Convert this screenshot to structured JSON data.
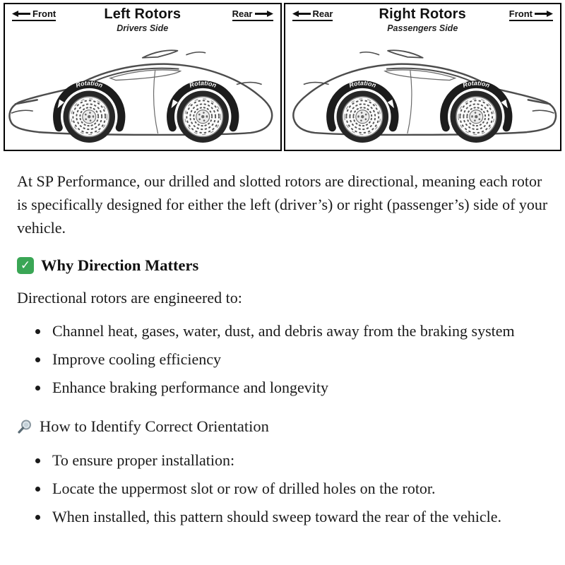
{
  "diagram": {
    "left_panel": {
      "front_label": "Front",
      "rear_label": "Rear",
      "title": "Left Rotors",
      "subtitle": "Drivers Side",
      "rotation_label": "Rotation"
    },
    "right_panel": {
      "rear_label": "Rear",
      "front_label": "Front",
      "title": "Right Rotors",
      "subtitle": "Passengers Side",
      "rotation_label": "Rotation"
    }
  },
  "article": {
    "intro": "At SP Performance, our drilled and slotted rotors are directional, meaning each rotor is specifically designed for either the left (driver’s) or right (passenger’s) side of your vehicle.",
    "why_section": {
      "check_glyph": "✓",
      "heading": "Why Direction Matters",
      "lead": "Directional rotors are engineered to:",
      "bullets": [
        "Channel heat, gases, water, dust, and debris away from the braking system",
        "Improve cooling efficiency",
        "Enhance braking performance and longevity"
      ]
    },
    "identify_section": {
      "heading": "How to Identify Correct Orientation",
      "bullets": [
        "To ensure proper installation:",
        "Locate the uppermost slot or row of drilled holes on the rotor.",
        "When installed, this pattern should sweep toward the rear of the vehicle."
      ]
    }
  },
  "colors": {
    "check_green": "#3aa655"
  }
}
